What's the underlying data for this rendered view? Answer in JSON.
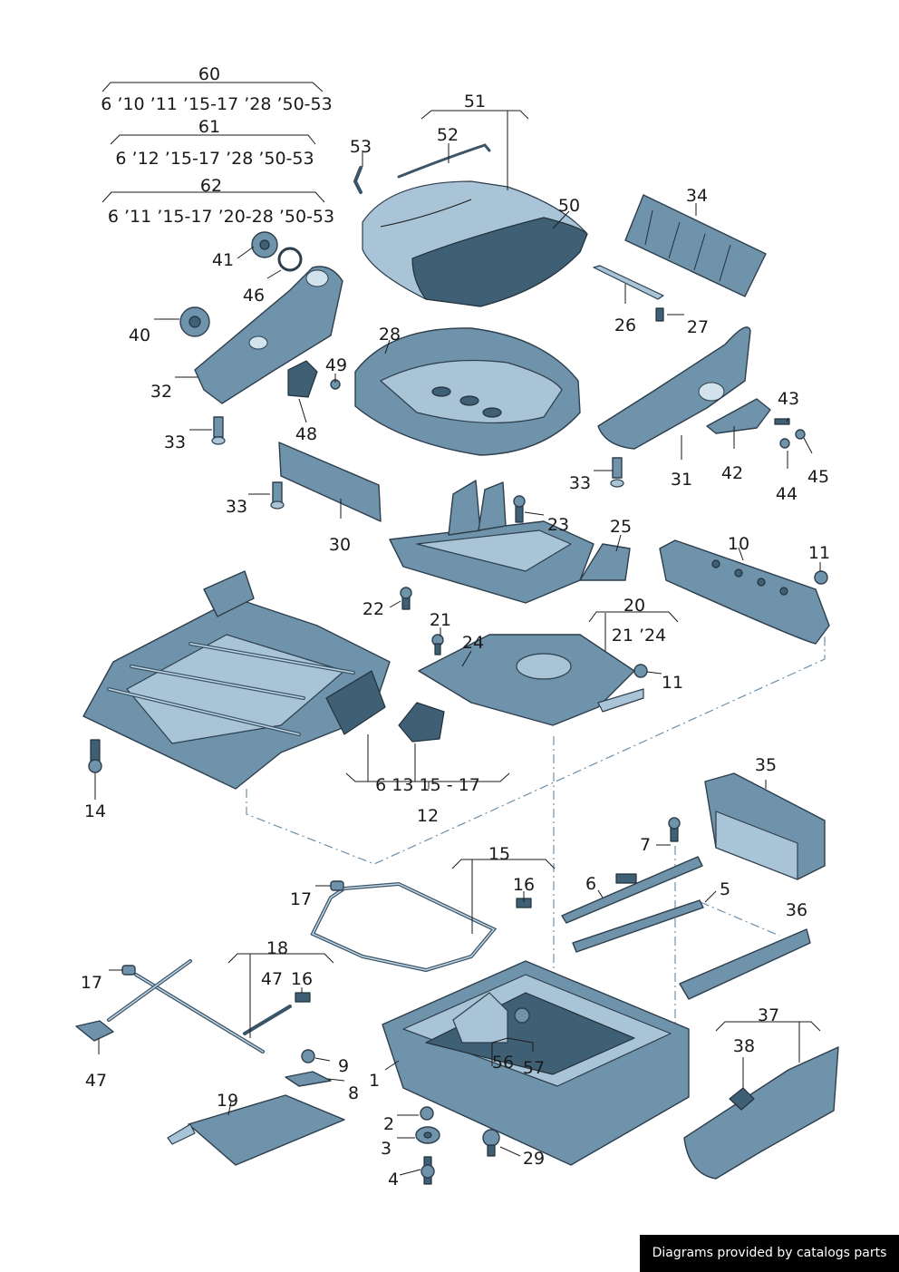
{
  "callouts": {
    "c1": "1",
    "c2": "2",
    "c3": "3",
    "c4": "4",
    "c5": "5",
    "c6": "6",
    "c7": "7",
    "c8": "8",
    "c9": "9",
    "c10": "10",
    "c11a": "11",
    "c11b": "11",
    "c12": "12",
    "c14": "14",
    "c15": "15",
    "c16a": "16",
    "c16b": "16",
    "c17a": "17",
    "c17b": "17",
    "c18": "18",
    "c19": "19",
    "c20": "20",
    "c21": "21",
    "c22": "22",
    "c23": "23",
    "c24": "24",
    "c25": "25",
    "c26": "26",
    "c27": "27",
    "c28": "28",
    "c29": "29",
    "c30": "30",
    "c31": "31",
    "c32": "32",
    "c33a": "33",
    "c33b": "33",
    "c33c": "33",
    "c34": "34",
    "c35": "35",
    "c36": "36",
    "c37": "37",
    "c38": "38",
    "c40": "40",
    "c41": "41",
    "c42": "42",
    "c43": "43",
    "c44": "44",
    "c45": "45",
    "c46": "46",
    "c47a": "47",
    "c47b": "47",
    "c48": "48",
    "c49": "49",
    "c50": "50",
    "c51": "51",
    "c52": "52",
    "c53": "53",
    "c56": "56",
    "c57": "57",
    "c60": "60",
    "c61": "61",
    "c62": "62"
  },
  "groups": {
    "g60": "6 ’10 ’11 ’15-17   ’28 ’50-53",
    "g61": "6 ’12 ’15-17   ’28 ’50-53",
    "g62": "6 ’11 ’15-17   ’20-28    ’50-53",
    "g12": "6  13  15 - 17",
    "g20": "21 ’24"
  },
  "credit": "Diagrams provided by catalogs parts",
  "colors": {
    "part": "#6f93ab",
    "outline": "#2d3e4c",
    "leader_dash": "#6f8fa8"
  }
}
